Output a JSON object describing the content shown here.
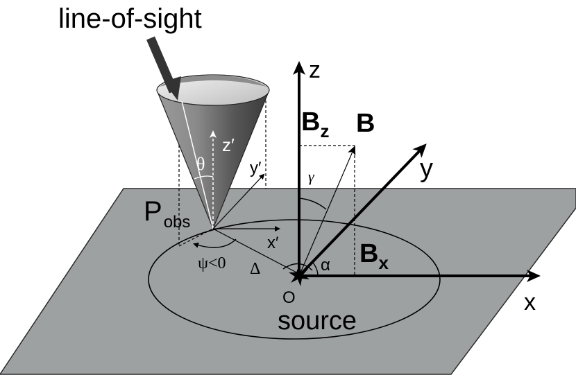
{
  "labels": {
    "line_of_sight": "line-of-sight",
    "z_axis": "z",
    "x_axis": "x",
    "y_axis": "y",
    "B": "B",
    "Bz_main": "B",
    "Bz_sub": "z",
    "Bx_main": "B",
    "Bx_sub": "x",
    "gamma": "γ",
    "alpha": "α",
    "theta": "θ",
    "z_prime": "z′",
    "y_prime": "y′",
    "x_prime": "x′",
    "P_main": "P",
    "P_sub": "obs",
    "psi": "ψ<0",
    "delta": "Δ",
    "origin": "O",
    "source": "source"
  },
  "colors": {
    "plane_fill": "#9ea1a2",
    "plane_stroke": "#2a2a2a",
    "cone_dark": "#5a5a5a",
    "cone_light": "#d6d6d6",
    "ink": "#000000",
    "white_ink": "#ffffff"
  }
}
